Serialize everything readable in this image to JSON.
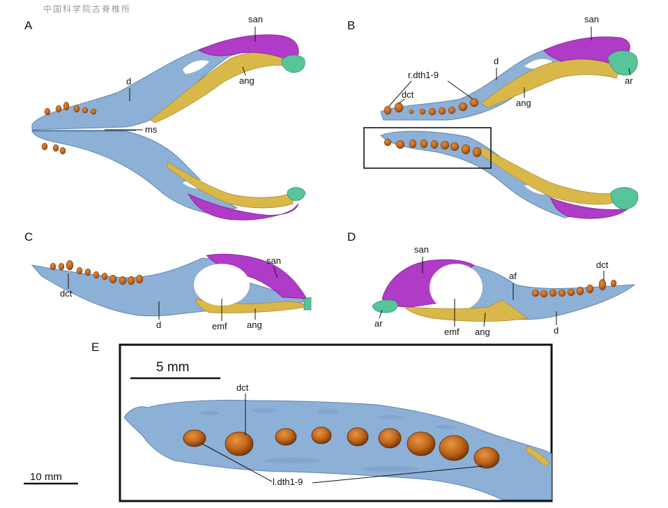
{
  "watermark": "中国科学院古脊椎所",
  "panels": {
    "A": "A",
    "B": "B",
    "C": "C",
    "D": "D",
    "E": "E"
  },
  "labels": {
    "san": "san",
    "ang": "ang",
    "d": "d",
    "ms": "ms",
    "ar": "ar",
    "dct": "dct",
    "r_dth": "r.dth1-9",
    "emf": "emf",
    "af": "af",
    "l_dth": "l.dth1-9"
  },
  "scale_bars": {
    "main": "10 mm",
    "inset": "5 mm"
  },
  "colors": {
    "dentary": "#8db0d6",
    "dentary_edge": "#5f86b2",
    "surangular": "#b03bc6",
    "angular": "#d9b84a",
    "articular": "#58c49a",
    "teeth": "#c0651c",
    "teeth_edge": "#7a3a0c"
  }
}
